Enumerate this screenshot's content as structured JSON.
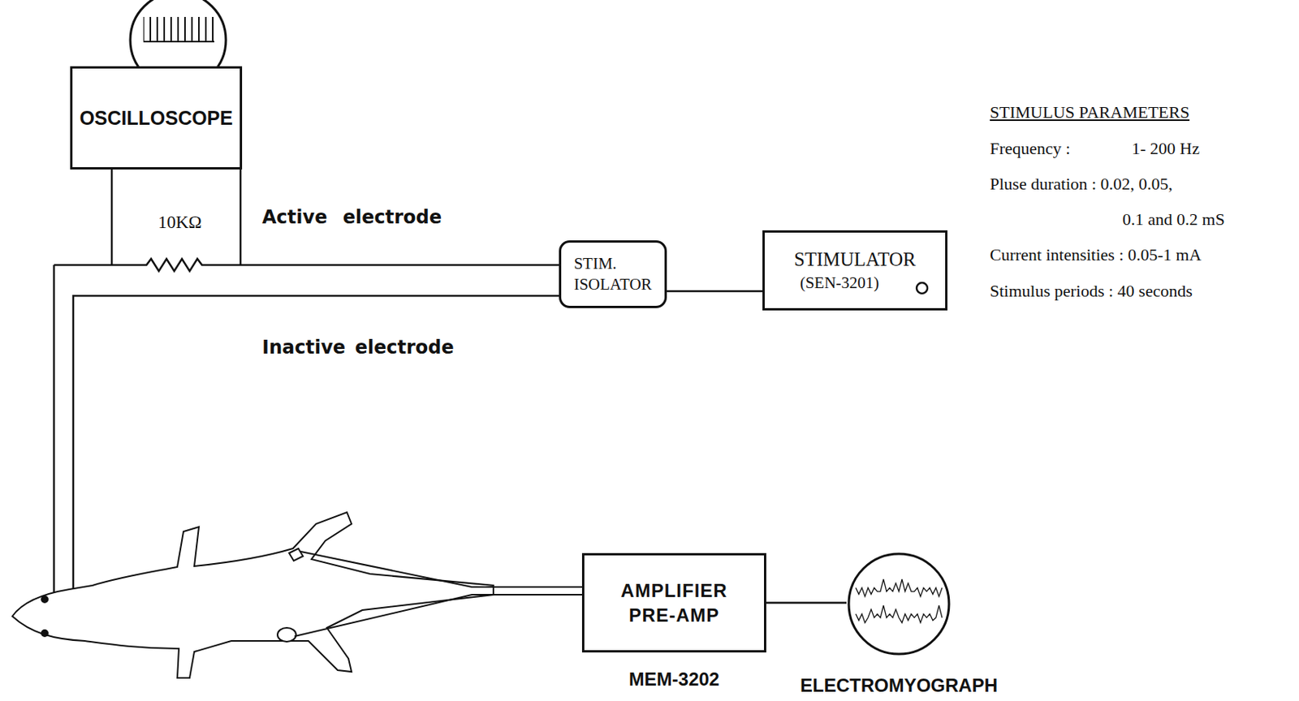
{
  "diagram": {
    "nodes": [
      {
        "text": [
          "OSCILLOSCOPE"
        ]
      },
      {
        "text": [
          "STIM. ISOLATOR"
        ]
      },
      {
        "text": [
          "STIMULATOR",
          "(SEN-3201)"
        ]
      },
      {
        "text": [
          "AMPLIFIER PRE-AMP",
          "MEM-3202"
        ]
      },
      {
        "text": [
          "ELECTROMYOGRAPH"
        ]
      }
    ],
    "edges": [
      {
        "from": 2,
        "to": 1,
        "arrow": "none"
      },
      {
        "from": 3,
        "to": 4,
        "arrow": "none"
      }
    ],
    "labels": [
      "10KΩ",
      "Active electrode",
      "Inactive electrode",
      "STIMULUS PARAMETERS",
      "Frequency :",
      "1- 200 Hz",
      "Pluse duration : 0.02, 0.05,",
      "0.1 and 0.2 mS",
      "Current intensities : 0.05-1 mA",
      "Stimulus periods : 40 seconds"
    ]
  }
}
